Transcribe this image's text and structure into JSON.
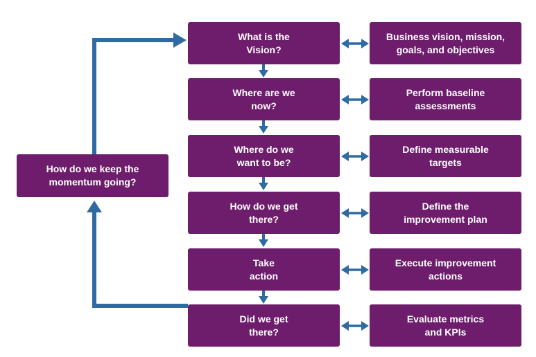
{
  "colors": {
    "box_fill": "#6d1d6b",
    "arrow": "#2f6aa3",
    "text": "#ffffff",
    "background": "#ffffff"
  },
  "steps": [
    {
      "question": "What is the\nVision?",
      "action": "Business vision, mission,\ngoals, and objectives"
    },
    {
      "question": "Where are we\nnow?",
      "action": "Perform baseline\nassessments"
    },
    {
      "question": "Where do we\nwant to be?",
      "action": "Define measurable\ntargets"
    },
    {
      "question": "How do we get\nthere?",
      "action": "Define the\nimprovement plan"
    },
    {
      "question": "Take\naction",
      "action": "Execute improvement\nactions"
    },
    {
      "question": "Did we get\nthere?",
      "action": "Evaluate metrics\nand KPIs"
    }
  ],
  "loop": {
    "label": "How do we keep the\nmomentum going?"
  }
}
